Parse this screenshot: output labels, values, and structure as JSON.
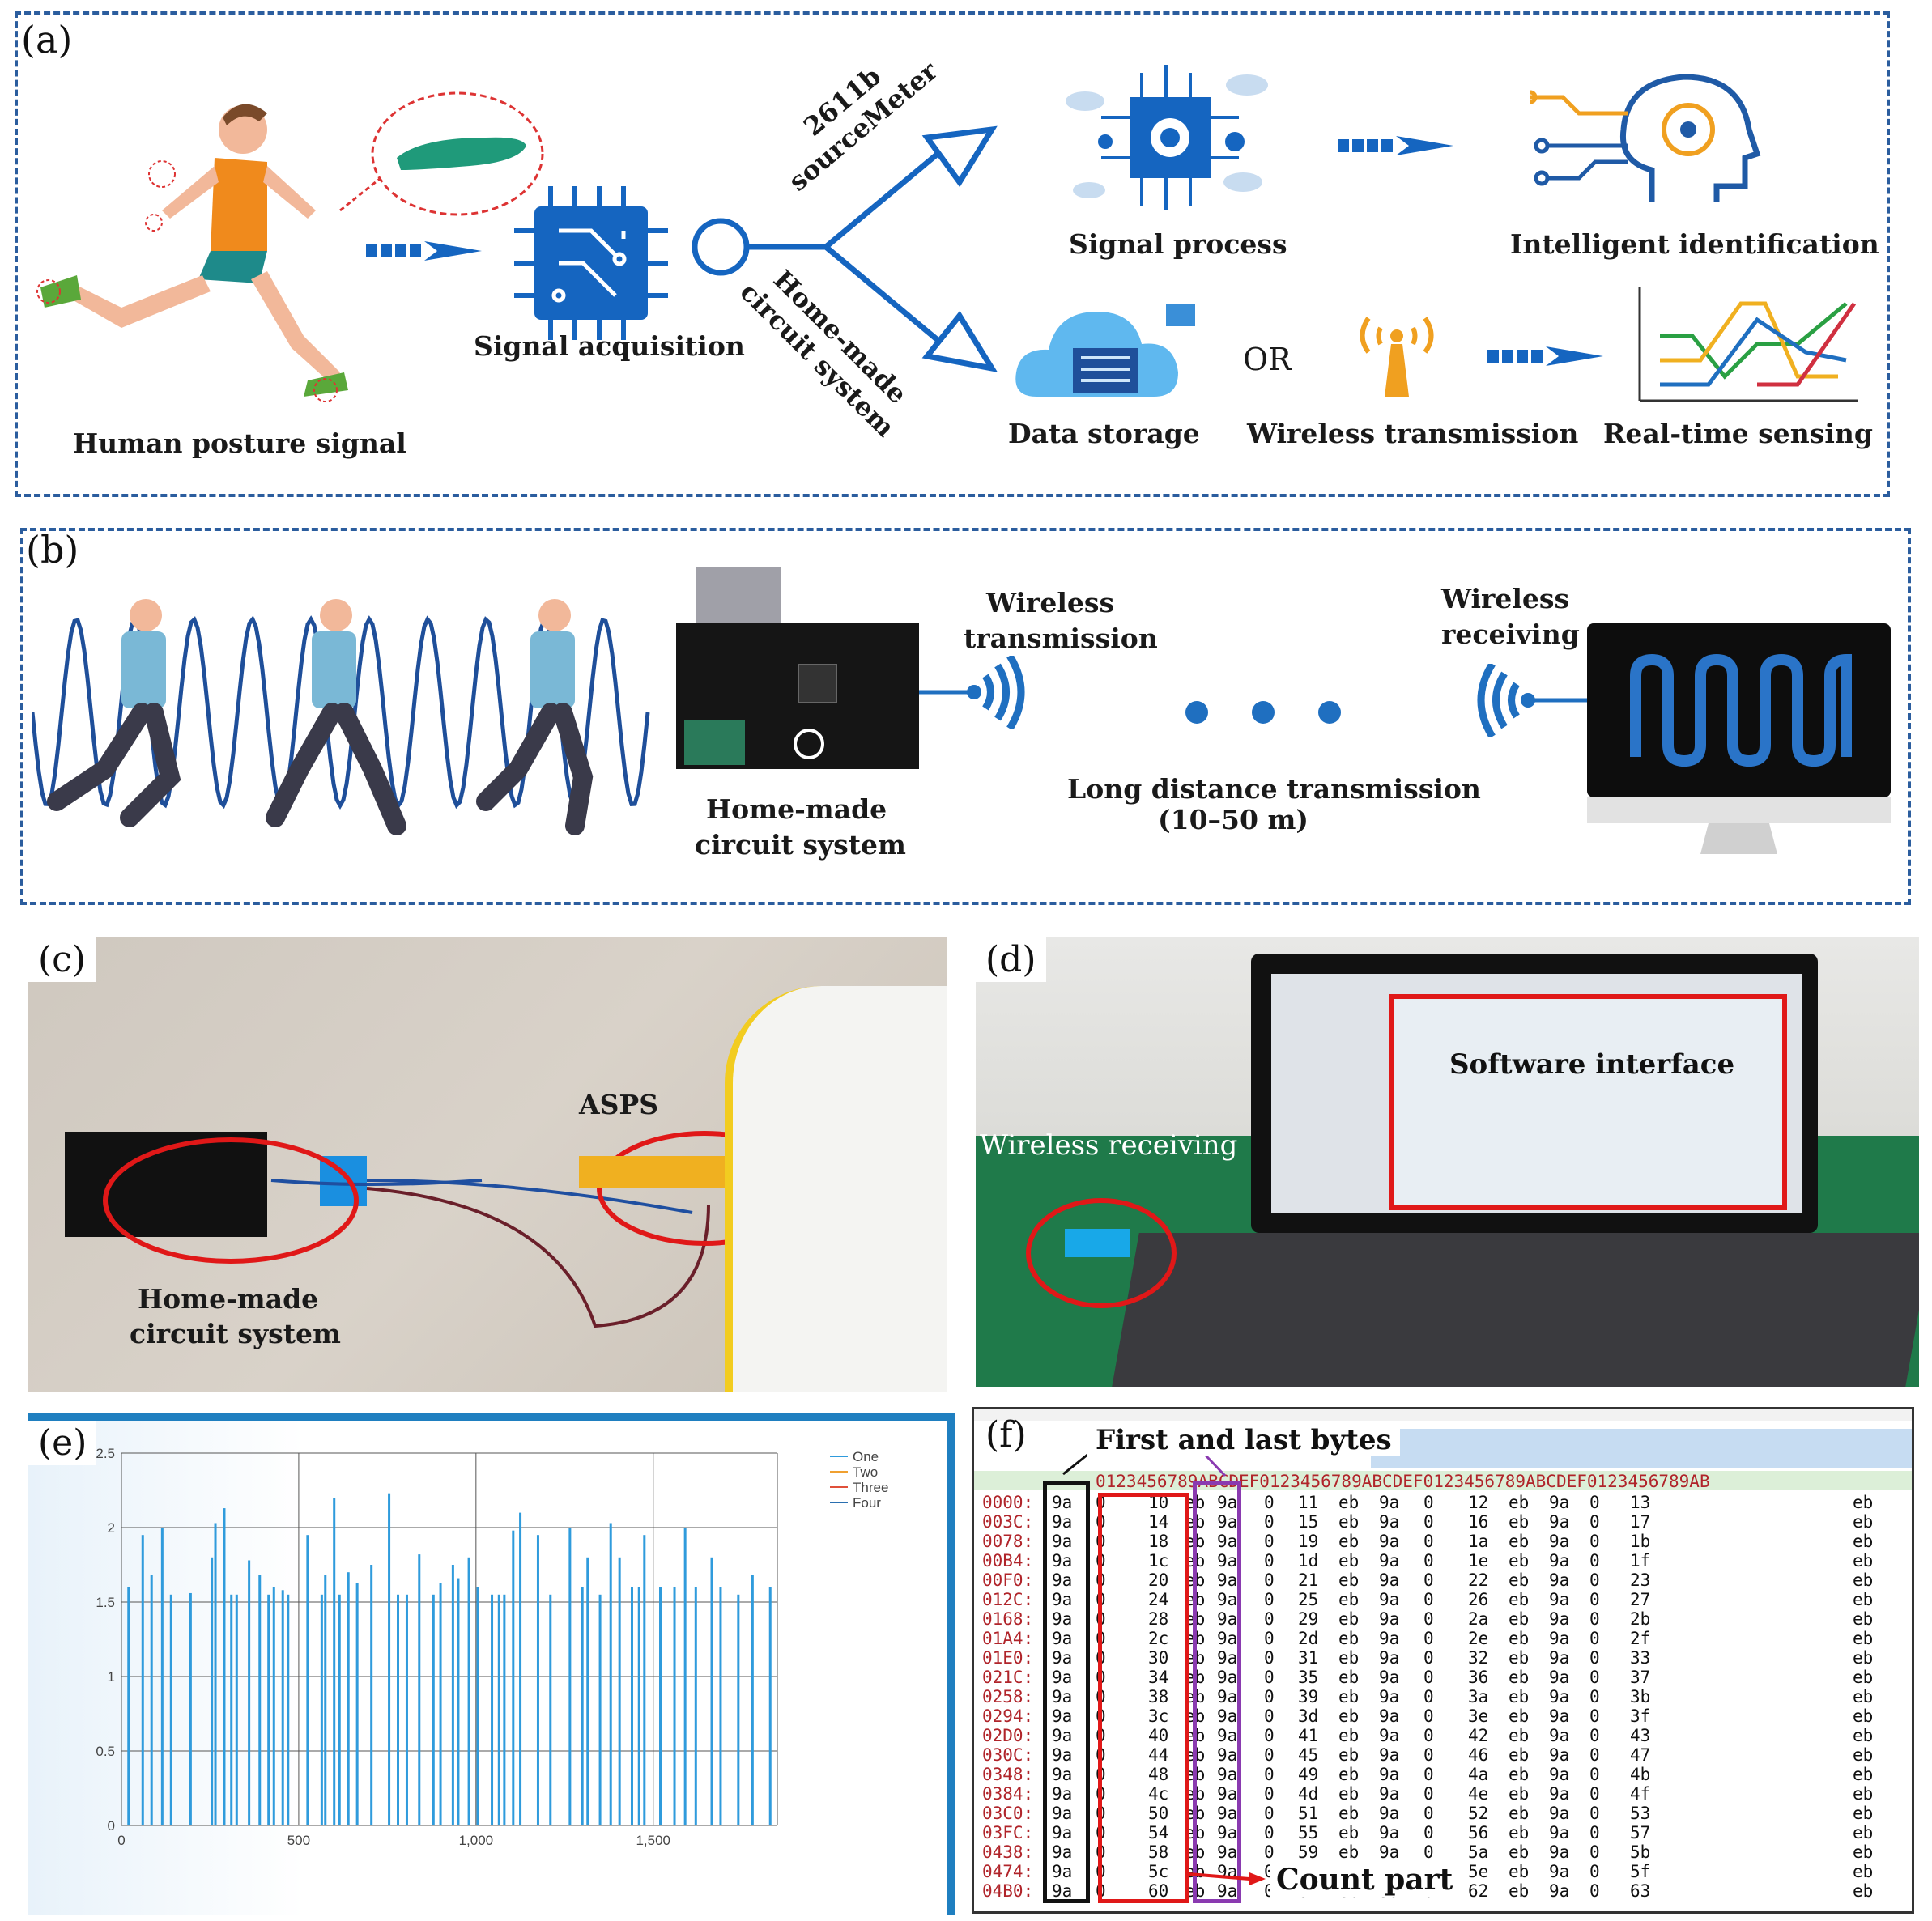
{
  "panels": {
    "a": {
      "label": "(a)",
      "human": "Human posture signal",
      "acquisition": "Signal acquisition",
      "branch_top": "2611b sourceMeter",
      "branch_bottom": "Home-made circuit system",
      "signal_process": "Signal process",
      "intelligent": "Intelligent identification",
      "data_storage": "Data storage",
      "or": "OR",
      "wireless": "Wireless transmission",
      "realtime": "Real-time sensing"
    },
    "b": {
      "label": "(b)",
      "circuit_line1": "Home-made",
      "circuit_line2": "circuit system",
      "tx_line1": "Wireless",
      "tx_line2": "transmission",
      "rx_line1": "Wireless",
      "rx_line2": "receiving",
      "long_line1": "Long distance transmission",
      "long_line2": "(10–50 m)"
    },
    "c": {
      "label": "(c)",
      "asps": "ASPS",
      "circuit_line1": "Home-made",
      "circuit_line2": "circuit  system"
    },
    "d": {
      "label": "(d)",
      "software": "Software interface",
      "wireless_rx": "Wireless receiving"
    },
    "e": {
      "label": "(e)",
      "legend": [
        "One",
        "Two",
        "Three",
        "Four"
      ]
    },
    "f": {
      "label": "(f)",
      "first_last": "First and last bytes",
      "count_part": "Count part",
      "header": "0123456789ABCDEF0123456789ABCDEF0123456789ABCDEF0123456789AB"
    }
  },
  "colors": {
    "dash": "#2b5d9e",
    "icon_blue": "#1565c0",
    "series": [
      "#2f9bdc",
      "#f0a030",
      "#e0503a",
      "#2a6fb0"
    ]
  },
  "chart_data": {
    "type": "bar",
    "xlim": [
      0,
      1850
    ],
    "ylim": [
      0,
      2.5
    ],
    "x_ticks": [
      "0",
      "500",
      "1,000",
      "1,500"
    ],
    "y_ticks": [
      "0",
      "0.5",
      "1",
      "1.5",
      "2",
      "2.5"
    ],
    "grid": true,
    "legend_position": "top-right",
    "series": [
      {
        "name": "One",
        "x": [
          20,
          60,
          85,
          115,
          140,
          195,
          255,
          265,
          290,
          310,
          325,
          360,
          390,
          415,
          430,
          455,
          470,
          525,
          565,
          575,
          600,
          615,
          640,
          665,
          705,
          755,
          780,
          805,
          840,
          880,
          900,
          935,
          950,
          980,
          1005,
          1045,
          1065,
          1080,
          1105,
          1125,
          1175,
          1210,
          1265,
          1300,
          1315,
          1350,
          1380,
          1405,
          1440,
          1460,
          1475,
          1520,
          1560,
          1590,
          1620,
          1665,
          1690,
          1740,
          1780,
          1830
        ],
        "y": [
          1.6,
          1.95,
          1.68,
          2.0,
          1.55,
          1.56,
          1.8,
          2.03,
          2.13,
          1.55,
          1.55,
          1.78,
          1.68,
          1.55,
          1.6,
          1.58,
          1.55,
          1.95,
          1.55,
          1.68,
          2.2,
          1.55,
          1.7,
          1.63,
          1.75,
          2.23,
          1.55,
          1.55,
          1.82,
          1.55,
          1.63,
          1.75,
          1.66,
          1.8,
          1.6,
          1.55,
          1.55,
          1.55,
          1.98,
          2.1,
          1.95,
          1.55,
          2.0,
          1.6,
          1.8,
          1.55,
          2.03,
          1.8,
          1.6,
          1.6,
          1.95,
          1.6,
          1.6,
          2.0,
          1.6,
          1.8,
          1.6,
          1.55,
          1.68,
          1.6
        ]
      }
    ]
  }
}
